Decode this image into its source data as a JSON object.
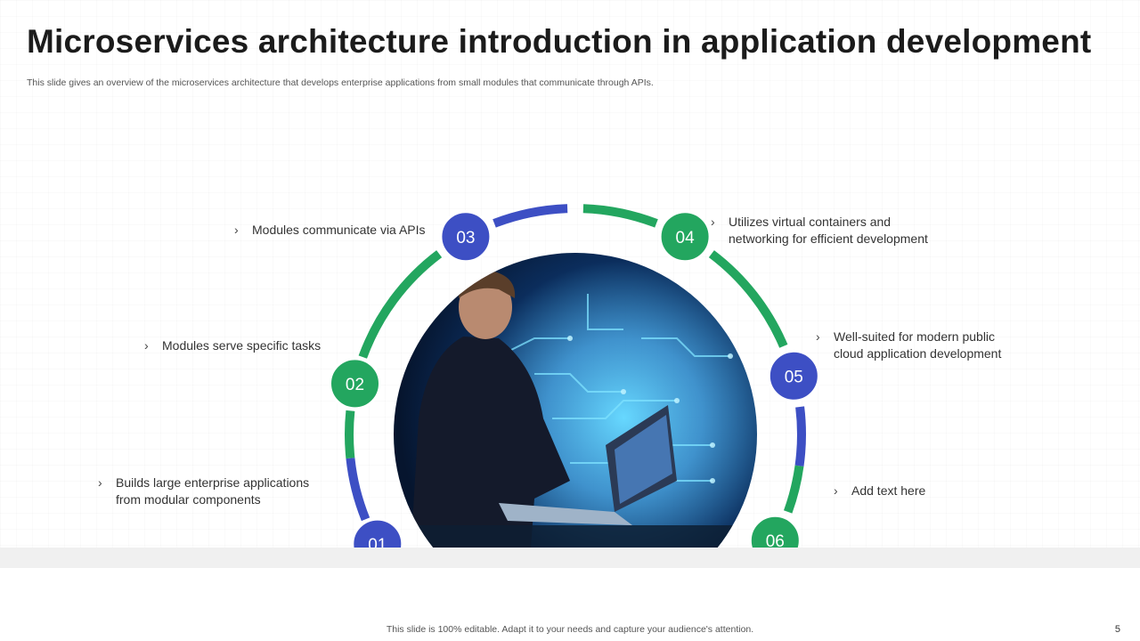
{
  "slide": {
    "title": "Microservices architecture introduction in application development",
    "subtitle": "This slide gives an overview of the microservices architecture that develops enterprise applications from small modules that communicate through APIs.",
    "footer": "This slide is 100% editable. Adapt it to your needs and capture your audience's attention.",
    "page_number": "5"
  },
  "colors": {
    "blue": "#3d4fc4",
    "green": "#23a65f"
  },
  "image": {
    "description_icon": "businessman-laptop-circuit-photo"
  },
  "items": [
    {
      "number": "01",
      "color": "blue",
      "bullet": "›",
      "lines": [
        "Builds large enterprise applications",
        "from modular  components"
      ]
    },
    {
      "number": "02",
      "color": "green",
      "bullet": "›",
      "lines": [
        "Modules serve specific tasks"
      ]
    },
    {
      "number": "03",
      "color": "blue",
      "bullet": "›",
      "lines": [
        "Modules communicate  via APIs"
      ]
    },
    {
      "number": "04",
      "color": "green",
      "bullet": "›",
      "lines": [
        "Utilizes virtual containers and",
        "networking  for efficient development"
      ]
    },
    {
      "number": "05",
      "color": "blue",
      "bullet": "›",
      "lines": [
        "Well-suited for modern  public",
        "cloud application development"
      ]
    },
    {
      "number": "06",
      "color": "green",
      "bullet": "›",
      "lines": [
        "Add text here"
      ]
    }
  ]
}
